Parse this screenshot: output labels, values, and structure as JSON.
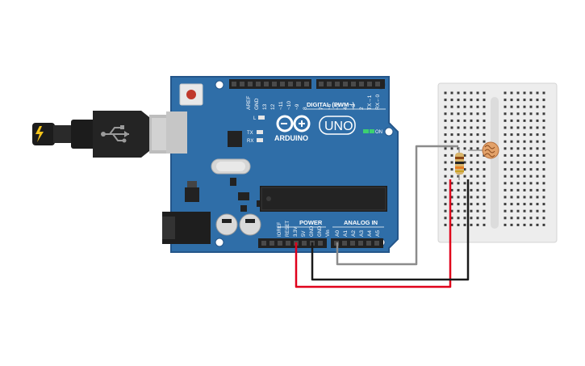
{
  "board": {
    "brand": "ARDUINO",
    "model": "UNO",
    "digital_label": "DIGITAL (PWM~)",
    "power_label": "POWER",
    "analog_label": "ANALOG IN",
    "on_label": "ON",
    "l_label": "L",
    "tx_label": "TX",
    "rx_label": "RX",
    "digital_pins": [
      "AREF",
      "GND",
      "13",
      "12",
      "~11",
      "~10",
      "~9",
      "8",
      "7",
      "~6",
      "~5",
      "4",
      "~3",
      "2",
      "TX→1",
      "RX←0"
    ],
    "power_pins": [
      "IOREF",
      "RESET",
      "3.3V",
      "5V",
      "GND",
      "GND",
      "Vin"
    ],
    "analog_pins": [
      "A0",
      "A1",
      "A2",
      "A3",
      "A4",
      "A5"
    ]
  },
  "colors": {
    "board": "#2F6EA8",
    "board_edge": "#24568A",
    "wire_red": "#E0001B",
    "wire_black": "#1A1A1A",
    "wire_gray": "#8C8C8C",
    "breadboard": "#EDEDED"
  },
  "icons": {
    "usb_symbol": "usb-icon",
    "arduino_logo": "infinity-logo-icon",
    "lightning": "lightning-icon"
  }
}
